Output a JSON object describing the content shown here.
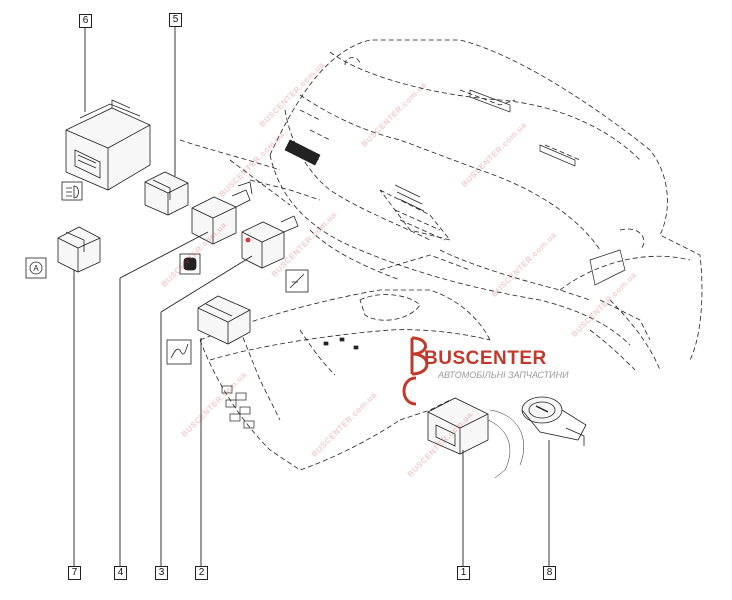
{
  "callouts": {
    "c1": "1",
    "c2": "2",
    "c3": "3",
    "c4": "4",
    "c5": "5",
    "c6": "6",
    "c7": "7",
    "c8": "8"
  },
  "logo": {
    "name": "BUSCENTER",
    "subtitle": "АВТОМОБІЛЬНІ ЗАПЧАСТИНИ"
  },
  "watermark": "BUSCENTER.com.ua",
  "colors": {
    "line": "#222222",
    "watermark": "#dc4646",
    "logo": "#c0392b"
  }
}
